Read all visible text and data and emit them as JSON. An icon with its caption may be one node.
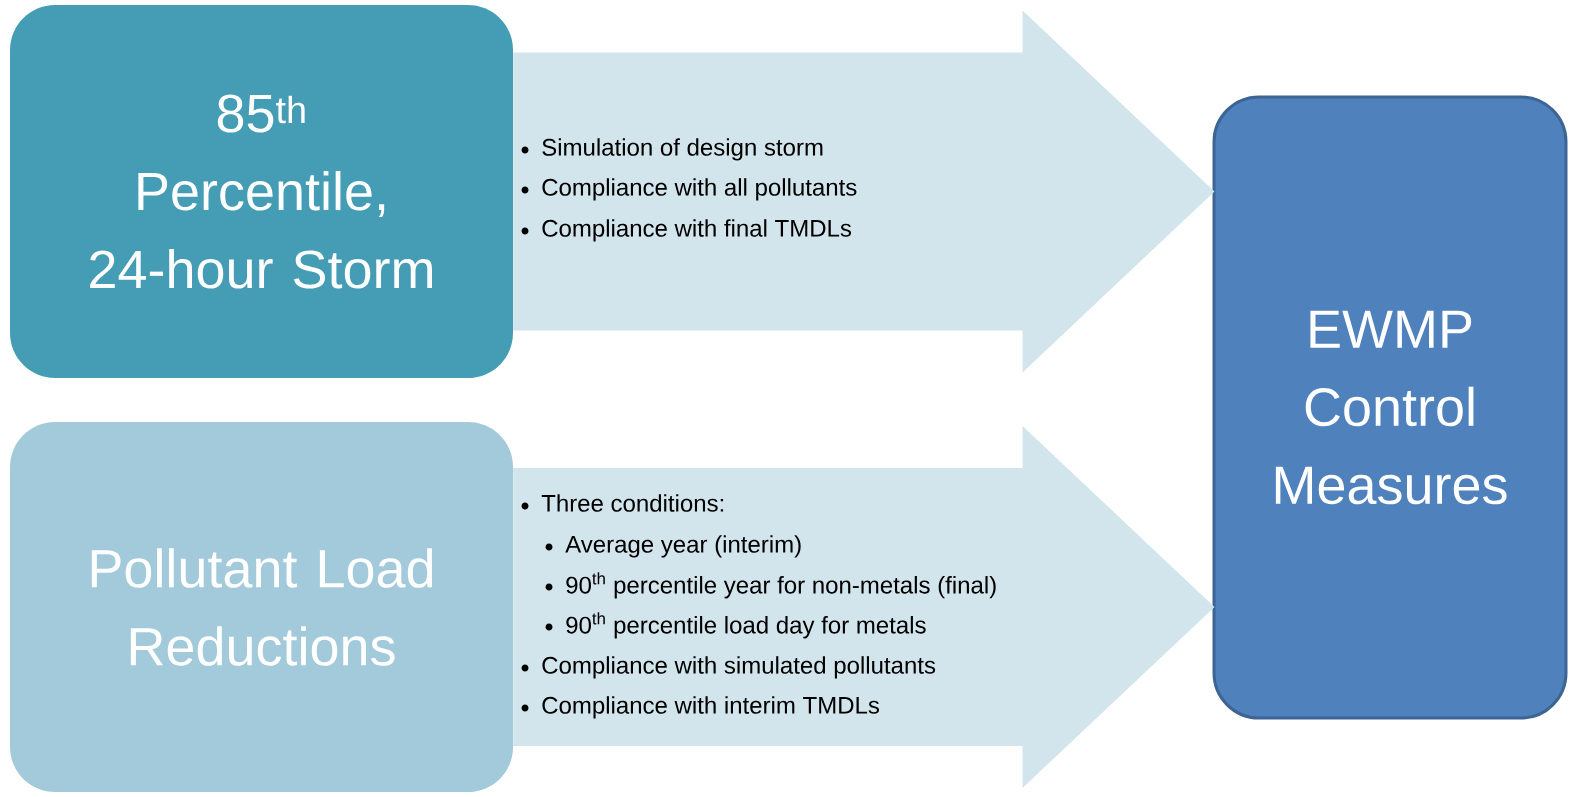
{
  "diagram": {
    "nodes": [
      {
        "text": [
          "85$^{th}$ Percentile, 24-hour Storm"
        ]
      },
      {
        "text": [
          "Pollutant Load Reductions"
        ]
      },
      {
        "text": [
          "EWMP Control Measures"
        ]
      }
    ],
    "edges": [
      {
        "from": 0,
        "to": 2,
        "arrow": "to"
      },
      {
        "from": 1,
        "to": 2,
        "arrow": "to"
      }
    ],
    "labels": [
      "Simulation of design storm",
      "Compliance with all pollutants",
      "Compliance with final TMDLs",
      "Three conditions:",
      "Average year (interim)",
      "90$^{th}$ percentile year for non-metals (final)",
      "90$^{th}$ percentile load day for metals",
      "Compliance with simulated pollutants",
      "Compliance with interim TMDLs"
    ]
  }
}
